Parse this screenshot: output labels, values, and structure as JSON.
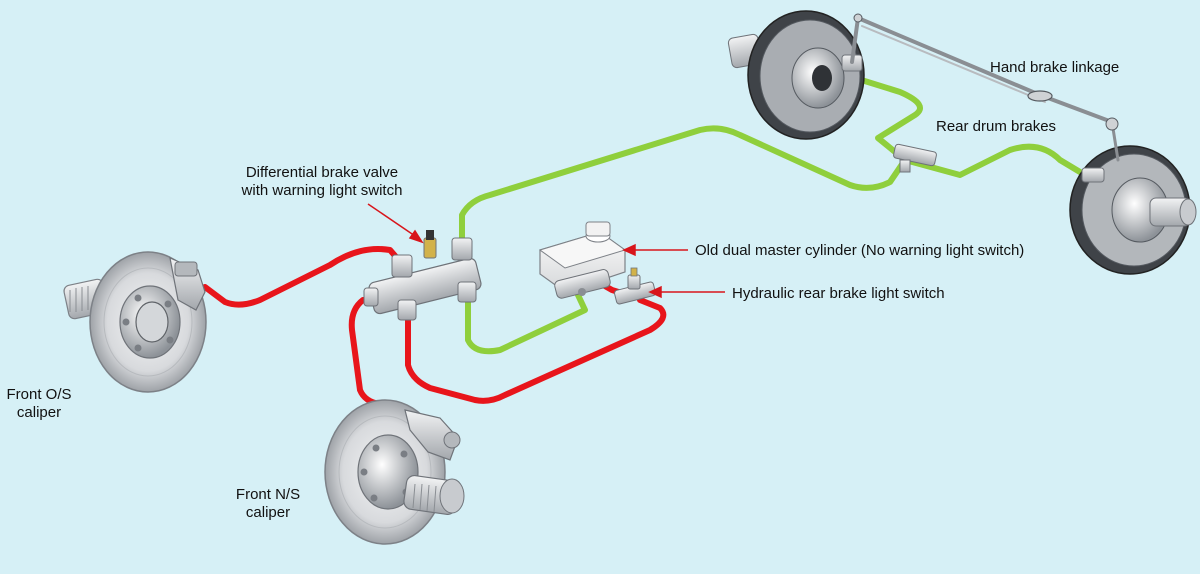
{
  "labels": {
    "hand_brake_linkage": "Hand brake linkage",
    "rear_drum_brakes": "Rear drum brakes",
    "diff_valve_line1": "Differential brake valve",
    "diff_valve_line2": "with warning light switch",
    "old_master_cylinder": "Old dual master cylinder (No warning light switch)",
    "hydraulic_switch": "Hydraulic rear brake light switch",
    "front_os_line1": "Front O/S",
    "front_os_line2": "caliper",
    "front_ns_line1": "Front N/S",
    "front_ns_line2": "caliper"
  },
  "colors": {
    "background": "#d6f0f6",
    "front_circuit": "#e8151b",
    "rear_circuit": "#8fcf3c",
    "arrow": "#d8151b",
    "metal": "#c9ccd0"
  }
}
